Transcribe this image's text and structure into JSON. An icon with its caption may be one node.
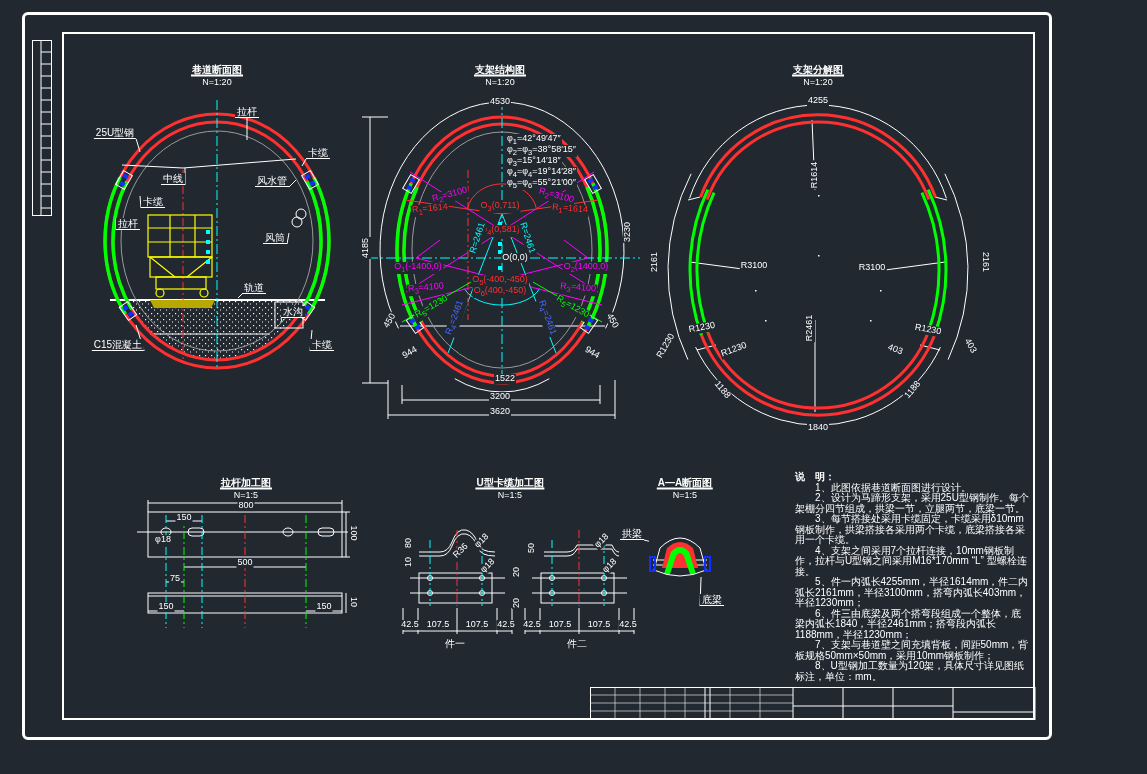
{
  "diagram": {
    "nodes": [
      {
        "text": [
          "25U型钢"
        ]
      },
      {
        "text": [
          "拉杆"
        ]
      },
      {
        "text": [
          "卡缆"
        ]
      },
      {
        "text": [
          "中线"
        ]
      },
      {
        "text": [
          "风水管"
        ]
      },
      {
        "text": [
          "卡缆"
        ]
      },
      {
        "text": [
          "拉杆"
        ]
      },
      {
        "text": [
          "风筒"
        ]
      },
      {
        "text": [
          "轨道"
        ]
      },
      {
        "text": [
          "水沟"
        ]
      },
      {
        "text": [
          "C15混凝土"
        ]
      },
      {
        "text": [
          "卡缆"
        ]
      },
      {
        "text": [
          "拱梁"
        ]
      },
      {
        "text": [
          "底梁"
        ]
      },
      {
        "text": [],
        "shape": "picture"
      }
    ],
    "edges": [
      {
        "from": 0,
        "to": null,
        "arrow": "none"
      },
      {
        "from": 1,
        "to": null,
        "arrow": "none"
      },
      {
        "from": 2,
        "to": null,
        "arrow": "none"
      },
      {
        "from": 3,
        "to": null,
        "arrow": "none"
      },
      {
        "from": 4,
        "to": null,
        "arrow": "none"
      },
      {
        "from": 5,
        "to": null,
        "arrow": "none"
      },
      {
        "from": 6,
        "to": null,
        "arrow": "none"
      },
      {
        "from": 7,
        "to": null,
        "arrow": "none"
      },
      {
        "from": 8,
        "to": null,
        "arrow": "none"
      },
      {
        "from": 9,
        "to": null,
        "arrow": "none"
      },
      {
        "from": 10,
        "to": null,
        "arrow": "none"
      },
      {
        "from": 11,
        "to": null,
        "arrow": "none"
      },
      {
        "from": 12,
        "to": 14,
        "arrow": "none"
      },
      {
        "from": 13,
        "to": 14,
        "arrow": "none"
      }
    ],
    "labels": [
      "巷道断面图",
      "N=1:20",
      "支架结构图",
      "N=1:20",
      "支架分解图",
      "N=1:20",
      "4530",
      "4185",
      "3230",
      "φ$_{1}$=42°49′47″",
      "φ$_{2}$=φ$_{3}$=38°58′15″",
      "φ$_{3}$=15°14′18″",
      "φ$_{4}$=φ$_{4}$=19°14′28″",
      "φ$_{5}$=φ$_{6}$=55°21′00″",
      "R$_{2}$=3100",
      "R$_{2}$=3100",
      "R$_{1}$=1614",
      "O$_{3}$(0,711)",
      "R$_{1}$=1614",
      "O$_{4}$(0,581)",
      "O(0,0)",
      "O$_{1}$(-1400,0)",
      "O$_{2}$(1400,0)",
      "R=2461",
      "R=2461",
      "R$_{3}$=4100",
      "R$_{3}$=4100",
      "O$_{5}$(-400,-450)",
      "O$_{6}$(400,-450)",
      "R$_{5}$=1230",
      "R$_{5}$=1230",
      "R$_{4}$=2461",
      "R$_{4}$=2461",
      "450",
      "450",
      "944",
      "944",
      "1522",
      "3200",
      "3620",
      "4255",
      "R1614",
      "2161",
      "2161",
      "R3100",
      "R3100",
      "R1230",
      "R1230",
      "R1230",
      "R1230",
      "403",
      "403",
      "R2461",
      "1188",
      "1188",
      "1840",
      "拉杆加工图",
      "N=1:5",
      "800",
      "150",
      "φ18",
      "500",
      "75",
      "100",
      "150",
      "150",
      "10",
      "U型卡缆加工图",
      "N=1:5",
      "80",
      "10",
      "R36",
      "φ18",
      "φ18",
      "42.5",
      "107.5",
      "107.5",
      "42.5",
      "件一",
      "50",
      "φ18",
      "φ18",
      "20",
      "20",
      "42.5",
      "107.5",
      "107.5",
      "42.5",
      "件二",
      "A—A断面图",
      "N=1:5",
      "说　明：",
      "1、此图依据巷道断面图进行设计。",
      "2、设计为马蹄形支架，采用25U型钢制作。每个架棚分四节组成，拱梁一节，立腿两节，底梁一节。",
      "3、每节搭接处采用卡缆固定，卡缆采用δ10mm钢板制作，拱梁搭接各采用两个卡缆，底梁搭接各采用一个卡缆。",
      "4、支架之间采用7个拉杆连接，10mm钢板制作，拉杆与U型钢之间采用M16*170mm “L” 型螺栓连接。",
      "5、件一内弧长4255mm，半径1614mm，件二内弧长2161mm，半径3100mm，搭弯内弧长403mm，半径1230mm；",
      "6、件三由底梁及两个搭弯段组成一个整体，底梁内弧长1840，半径2461mm；搭弯段内弧长1188mm，半径1230mm；",
      "7、支架与巷道壁之间充填背板，间距50mm，背板规格50mm×50mm，采用10mm钢板制作；",
      "8、U型钢加工数量为120架，具体尺寸详见图纸标注，单位：mm。"
    ]
  }
}
